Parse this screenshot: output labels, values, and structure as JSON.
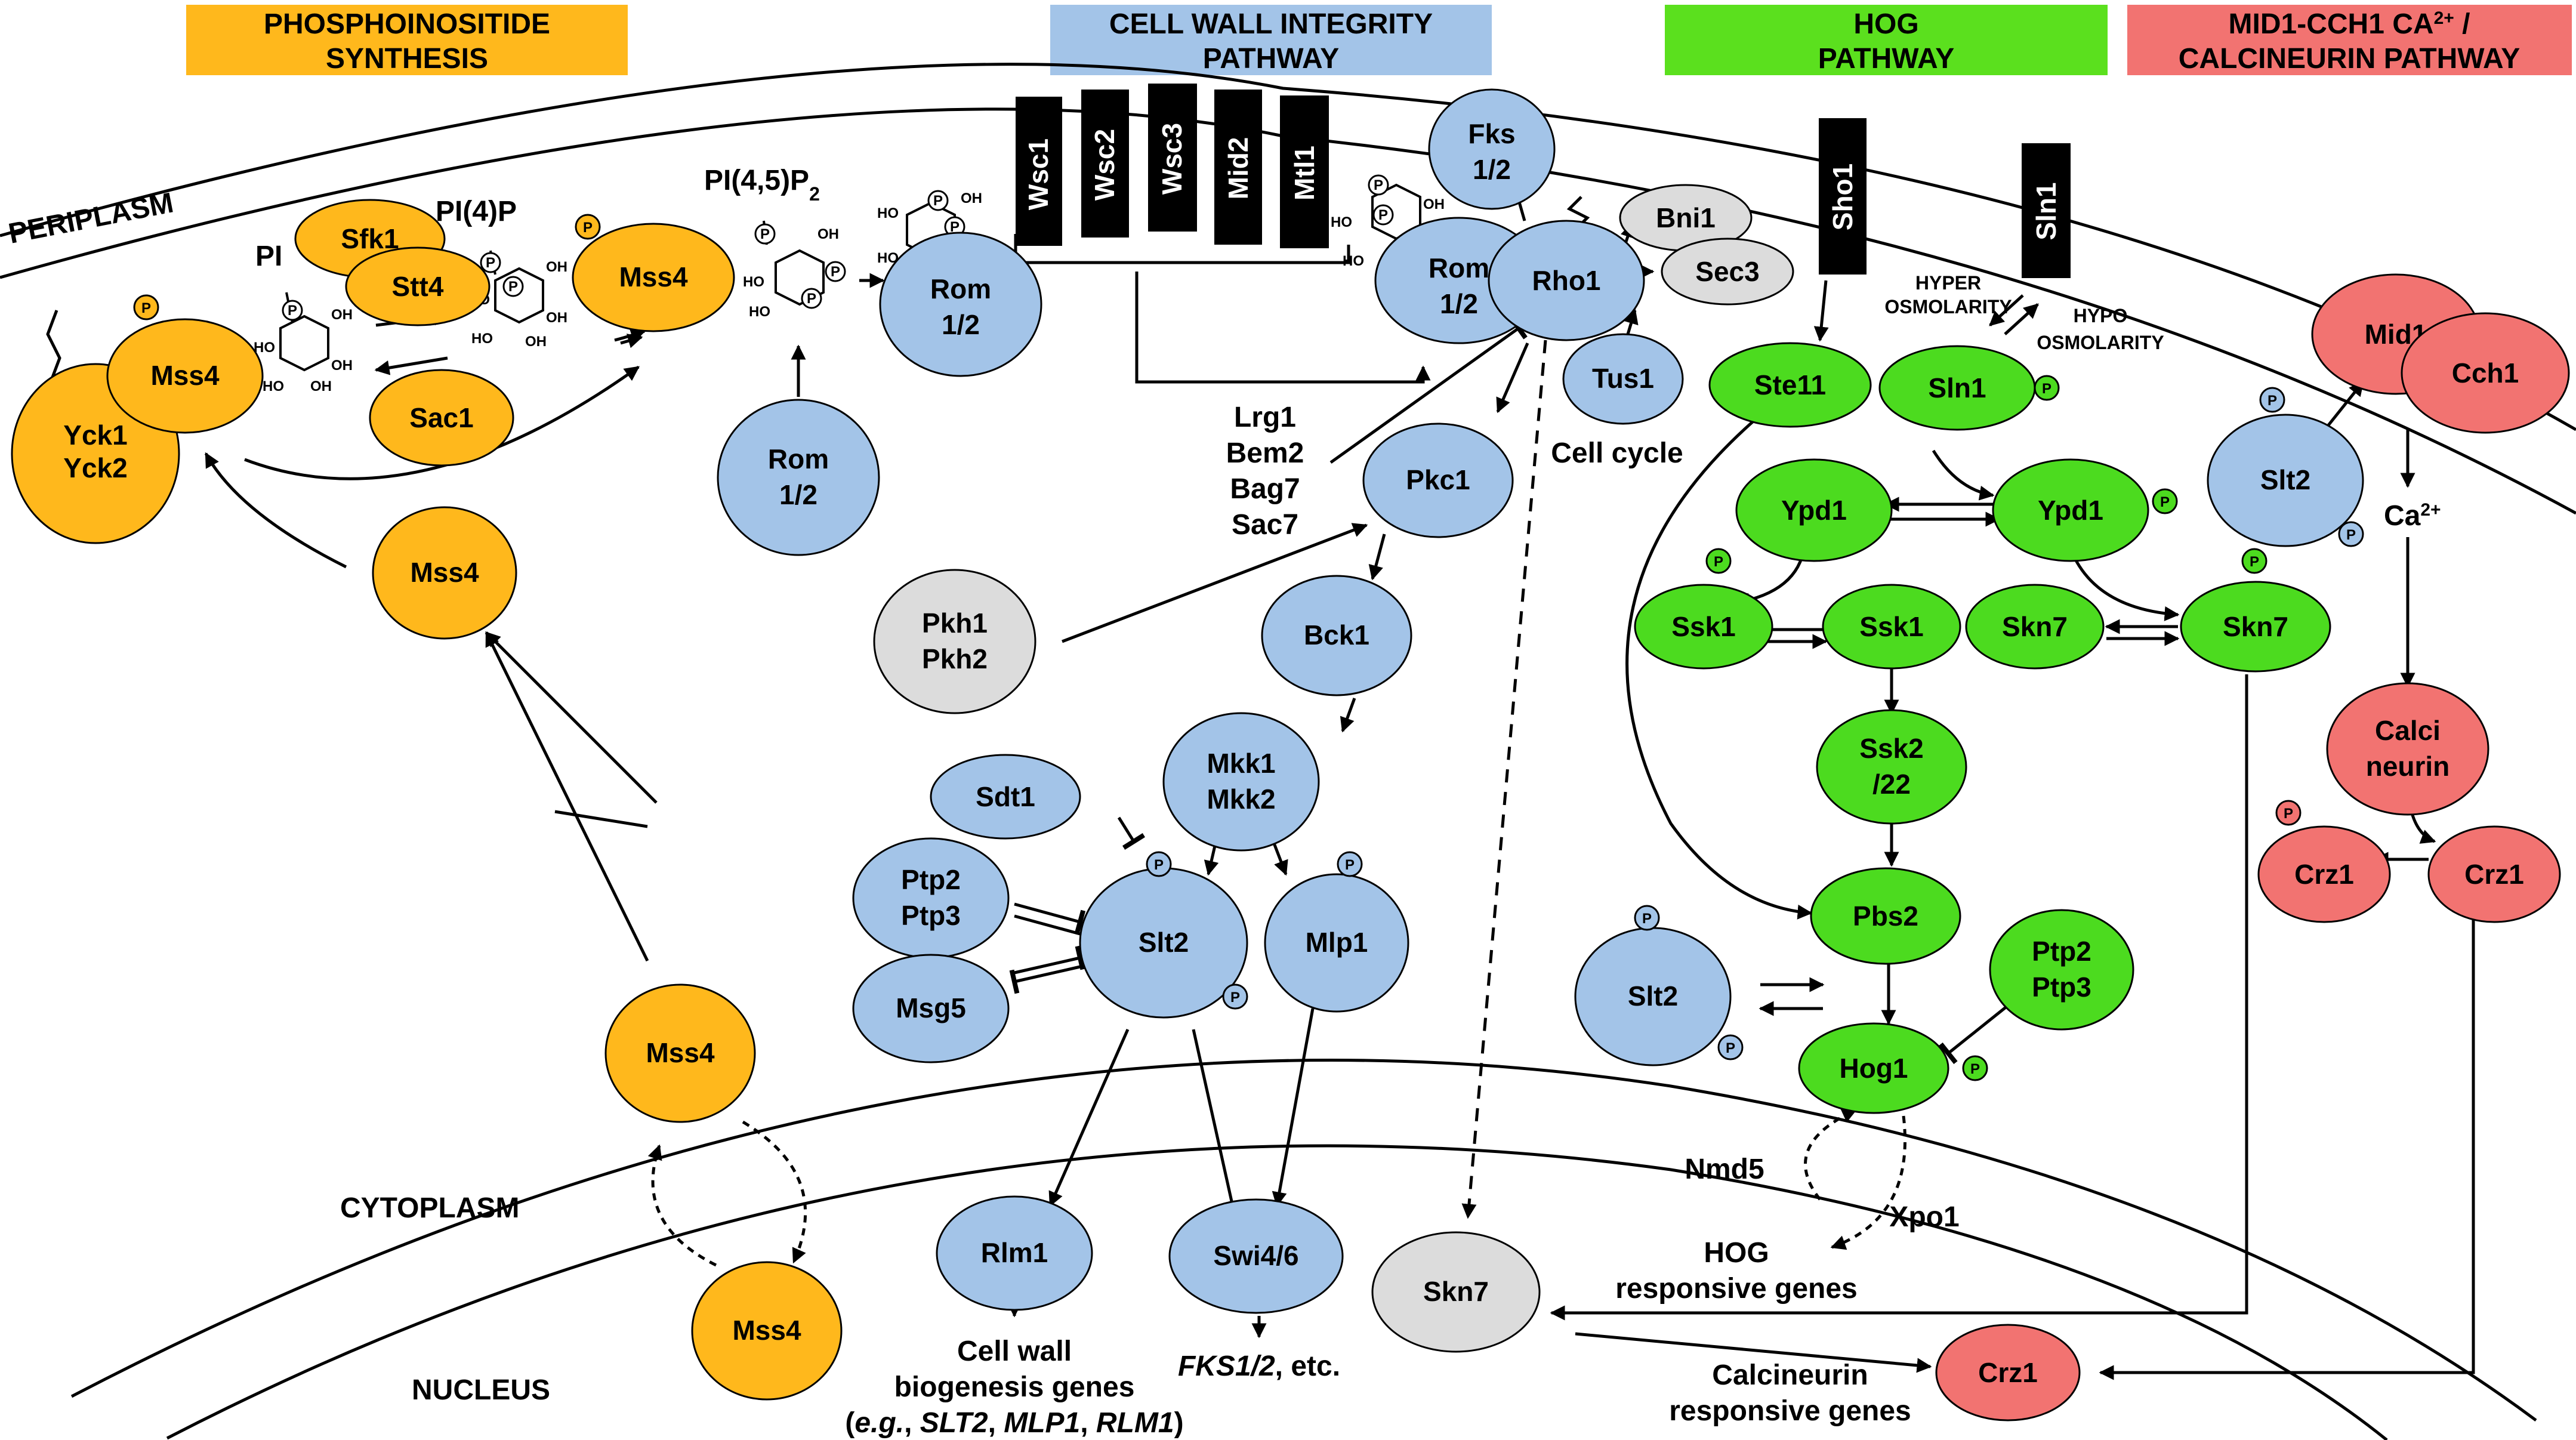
{
  "headers": {
    "phosphoinositide": [
      "PHOSPHOINOSITIDE",
      "SYNTHESIS"
    ],
    "cwi": [
      "CELL WALL INTEGRITY",
      "PATHWAY"
    ],
    "hog": [
      "HOG",
      "PATHWAY"
    ],
    "mid1": [
      "MID1-CCH1 CA",
      "2+",
      " /",
      "CALCINEURIN PATHWAY"
    ]
  },
  "compartments": {
    "periplasm": "PERIPLASM",
    "cytoplasm": "CYTOPLASM",
    "nucleus": "NUCLEUS"
  },
  "receptors": [
    "Wsc1",
    "Wsc2",
    "Wsc3",
    "Mid2",
    "Mtl1",
    "Sho1",
    "Sln1"
  ],
  "lipids": {
    "pi": "PI",
    "pi4p": "PI(4)P",
    "pi45p2": "PI(4,5)P",
    "pi45p2_sub": "2",
    "oh": "OH",
    "ho": "HO",
    "p": "P"
  },
  "nodes": {
    "yck": [
      "Yck1",
      "Yck2"
    ],
    "mss4": "Mss4",
    "sfk1": "Sfk1",
    "stt4": "Stt4",
    "sac1": "Sac1",
    "rom12": [
      "Rom",
      "1/2"
    ],
    "fks12": [
      "Fks",
      "1/2"
    ],
    "bni1": "Bni1",
    "sec3": "Sec3",
    "rho1": "Rho1",
    "tus1": "Tus1",
    "pkc1": "Pkc1",
    "pkh": [
      "Pkh1",
      "Pkh2"
    ],
    "bck1": "Bck1",
    "mkk": [
      "Mkk1",
      "Mkk2"
    ],
    "sdt1": "Sdt1",
    "ptp23": [
      "Ptp2",
      "Ptp3"
    ],
    "msg5": "Msg5",
    "slt2": "Slt2",
    "mlp1": "Mlp1",
    "rlm1": "Rlm1",
    "swi46": "Swi4/6",
    "skn7": "Skn7",
    "ste11": "Ste11",
    "sln1": "Sln1",
    "ypd1": "Ypd1",
    "ssk1": "Ssk1",
    "ssk2": [
      "Ssk2",
      "/22"
    ],
    "pbs2": "Pbs2",
    "hog1": "Hog1",
    "mid1": "Mid1",
    "cch1": "Cch1",
    "calcineurin": [
      "Calci",
      "neurin"
    ],
    "crz1": "Crz1"
  },
  "labels": {
    "gaps": [
      "Lrg1",
      "Bem2",
      "Bag7",
      "Sac7"
    ],
    "cell_cycle": "Cell cycle",
    "hyper": [
      "HYPER",
      "OSMOLARITY"
    ],
    "hypo": [
      "HYPO",
      "OSMOLARITY"
    ],
    "ca": "Ca",
    "ca_sup": "2+",
    "nmd5": "Nmd5",
    "xpo1": "Xpo1",
    "hog_genes": [
      "HOG",
      "responsive genes"
    ],
    "calcineurin_genes": [
      "Calcineurin",
      "responsive genes"
    ],
    "cell_wall_genes": [
      "Cell wall",
      "biogenesis genes"
    ],
    "cell_wall_examples": [
      "(",
      "e.g.",
      ", ",
      "SLT2",
      ", ",
      "MLP1",
      ", ",
      "RLM1",
      ")"
    ],
    "fks_etc": [
      "FKS1",
      "/2",
      ", etc."
    ]
  },
  "colors": {
    "orange": "#FFB81C",
    "blue": "#A3C4E8",
    "green": "#4CDB1F",
    "grey": "#DCDCDC",
    "red": "#F27371",
    "header_orange": "#FFB81C",
    "header_blue": "#A3C4E8",
    "header_green": "#5BE01E",
    "header_red": "#F27371"
  }
}
